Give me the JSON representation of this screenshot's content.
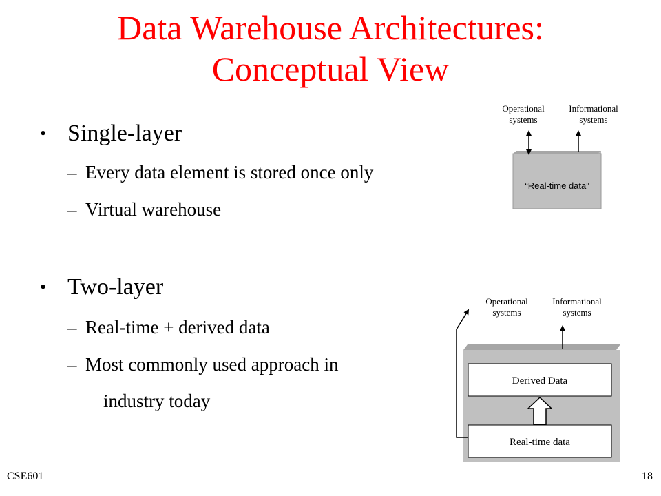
{
  "slide": {
    "title_line1": "Data Warehouse Architectures:",
    "title_line2": "Conceptual View",
    "bullets": [
      {
        "label": "Single-layer",
        "subs": [
          "Every data element is stored once only",
          "Virtual warehouse"
        ]
      },
      {
        "label": "Two-layer",
        "subs": [
          "Real-time + derived data",
          "Most commonly used approach in"
        ],
        "continuation": "industry today"
      }
    ],
    "bullet_symbol": "•",
    "dash_symbol": "–"
  },
  "diagram1": {
    "label_left_1": "Operational",
    "label_left_2": "systems",
    "label_right_1": "Informational",
    "label_right_2": "systems",
    "box_text": "“Real-time data”"
  },
  "diagram2": {
    "label_left_1": "Operational",
    "label_left_2": "systems",
    "label_right_1": "Informational",
    "label_right_2": "systems",
    "top_box": "Derived Data",
    "bottom_box": "Real-time data"
  },
  "footer": {
    "course": "CSE601",
    "page": "18"
  },
  "colors": {
    "title": "#ff0000",
    "box_fill": "#c0c0c0",
    "box_top": "#a6a6a6"
  }
}
